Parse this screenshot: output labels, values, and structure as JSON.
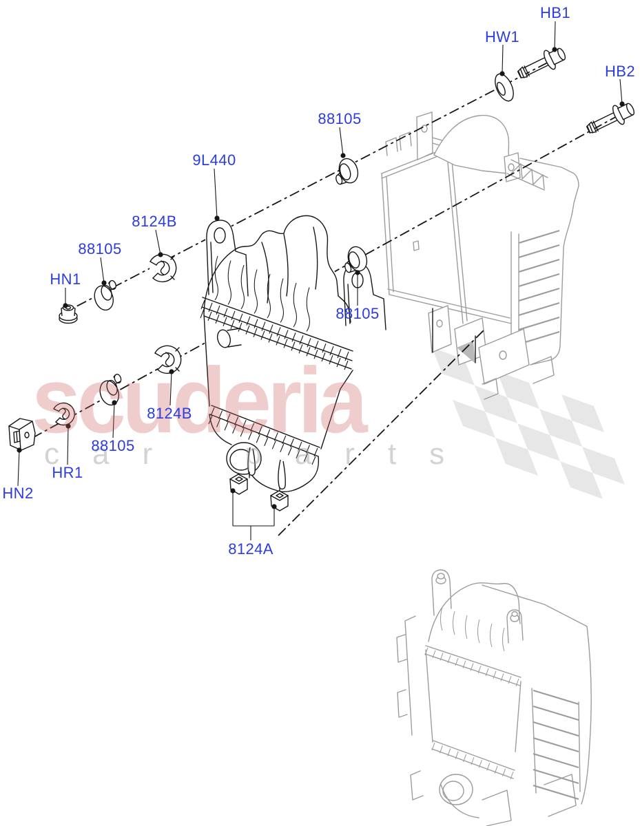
{
  "watermark": {
    "brand": "scuderia",
    "tagline": "car parts"
  },
  "colors": {
    "label_blue": "#2b3ce0",
    "line_black": "#161616",
    "line_gray": "#9c9c9c",
    "checker_gray": "#d9d9d9"
  },
  "parts": {
    "labels": [
      {
        "code": "HW1"
      },
      {
        "code": "HB1"
      },
      {
        "code": "HB2"
      },
      {
        "code": "88105"
      },
      {
        "code": "9L440"
      },
      {
        "code": "8124B"
      },
      {
        "code": "88105"
      },
      {
        "code": "HN1"
      },
      {
        "code": "88105"
      },
      {
        "code": "8124B"
      },
      {
        "code": "88105"
      },
      {
        "code": "HR1"
      },
      {
        "code": "HN2"
      },
      {
        "code": "8124A"
      }
    ]
  }
}
